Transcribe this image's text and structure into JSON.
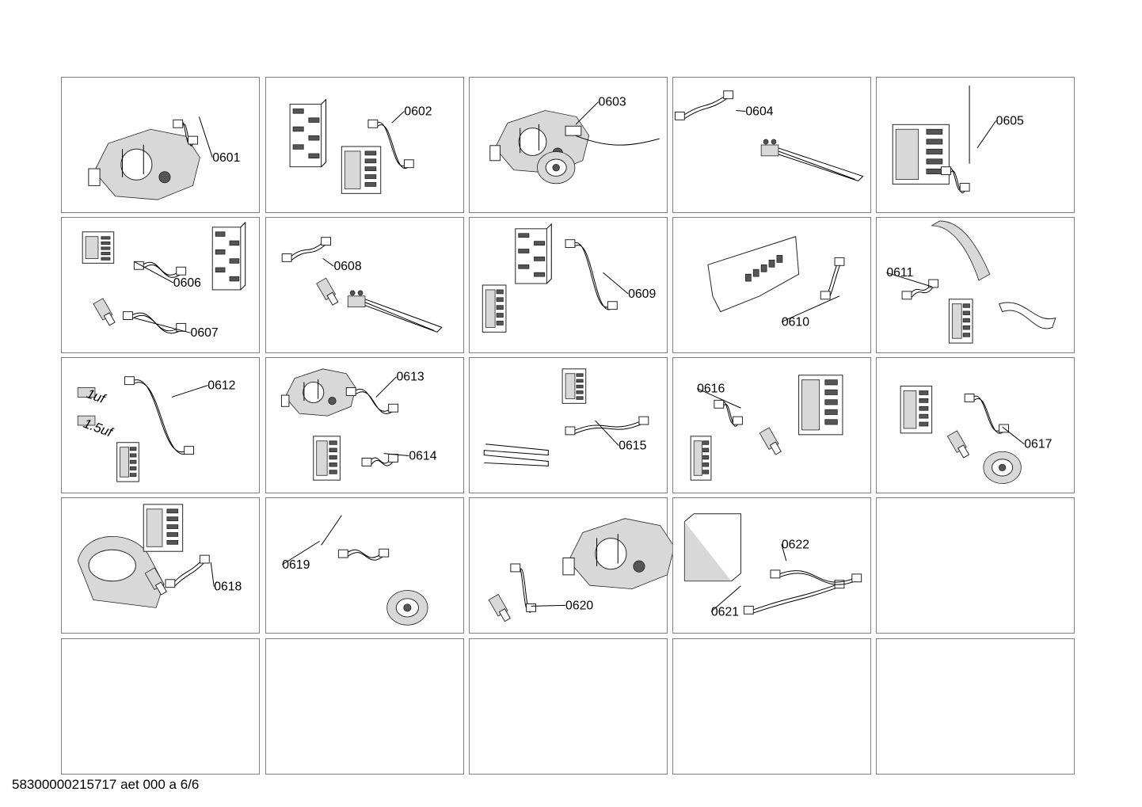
{
  "document_code": "58300000215717 aet 000 a 6/6",
  "cells": [
    {
      "labels": [
        "0601"
      ],
      "parts": [
        "pump"
      ]
    },
    {
      "labels": [
        "0602"
      ],
      "parts": [
        "control-module",
        "wiring-harness"
      ]
    },
    {
      "labels": [
        "0603"
      ],
      "parts": [
        "drain-pump"
      ]
    },
    {
      "labels": [
        "0604"
      ],
      "parts": [
        "heating-element"
      ]
    },
    {
      "labels": [
        "0605"
      ],
      "parts": [
        "control-module-housing"
      ]
    },
    {
      "labels": [
        "0606",
        "0607"
      ],
      "parts": [
        "valve",
        "control-module",
        "wiring-harness"
      ]
    },
    {
      "labels": [
        "0608"
      ],
      "parts": [
        "heating-element",
        "sensor"
      ]
    },
    {
      "labels": [
        "0609"
      ],
      "parts": [
        "control-module",
        "wiring-harness"
      ]
    },
    {
      "labels": [
        "0610"
      ],
      "parts": [
        "led-board"
      ]
    },
    {
      "labels": [
        "0611"
      ],
      "parts": [
        "air-duct",
        "wiring-harness"
      ]
    },
    {
      "labels": [
        "0612"
      ],
      "parts": [
        "capacitors",
        "wiring-harness"
      ],
      "annotations": [
        "1uf",
        "1.5uf"
      ]
    },
    {
      "labels": [
        "0613",
        "0614"
      ],
      "parts": [
        "valve-assembly",
        "wiring-harness"
      ]
    },
    {
      "labels": [
        "0615"
      ],
      "parts": [
        "heater-coil",
        "wiring-harness"
      ]
    },
    {
      "labels": [
        "0616"
      ],
      "parts": [
        "filter-housing",
        "wiring-harness"
      ]
    },
    {
      "labels": [
        "0617"
      ],
      "parts": [
        "fan-motor",
        "wiring-harness"
      ]
    },
    {
      "labels": [
        "0618"
      ],
      "parts": [
        "fan-housing",
        "wiring-harness"
      ]
    },
    {
      "labels": [
        "0619"
      ],
      "parts": [
        "pressure-sensor"
      ]
    },
    {
      "labels": [
        "0620"
      ],
      "parts": [
        "pump"
      ]
    },
    {
      "labels": [
        "0621",
        "0622"
      ],
      "parts": [
        "interference-filter",
        "wiring-harness"
      ]
    },
    {
      "labels": [],
      "parts": []
    },
    {
      "labels": [],
      "parts": []
    },
    {
      "labels": [],
      "parts": []
    },
    {
      "labels": [],
      "parts": []
    },
    {
      "labels": [],
      "parts": []
    },
    {
      "labels": [],
      "parts": []
    }
  ]
}
